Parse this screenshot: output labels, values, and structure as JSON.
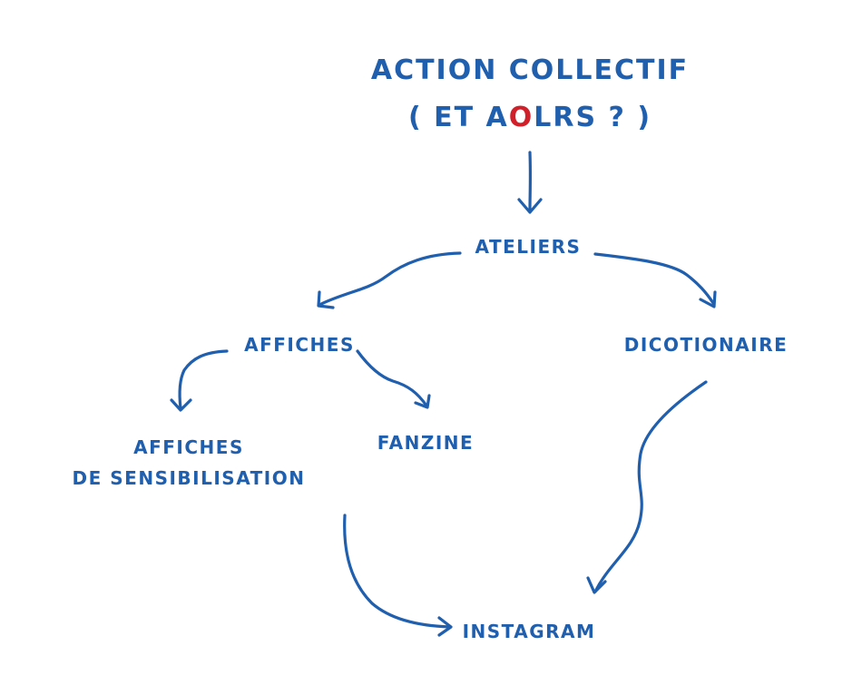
{
  "title": {
    "line1": "ACTION COLLECTIF",
    "line2_before": "( ET A",
    "line2_red": "O",
    "line2_after": "LRS ? )"
  },
  "nodes": {
    "ateliers": "ATELIERS",
    "affiches": "AFFICHES",
    "dicotionaire": "DICOTIONAIRE",
    "affiches_sensibilisation_line1": "AFFICHES",
    "affiches_sensibilisation_line2": "DE SENSIBILISATION",
    "fanzine": "FANZINE",
    "instagram": "INSTAGRAM"
  },
  "colors": {
    "ink": "#1f5fae",
    "accent": "#d1202a",
    "background": "#ffffff"
  }
}
